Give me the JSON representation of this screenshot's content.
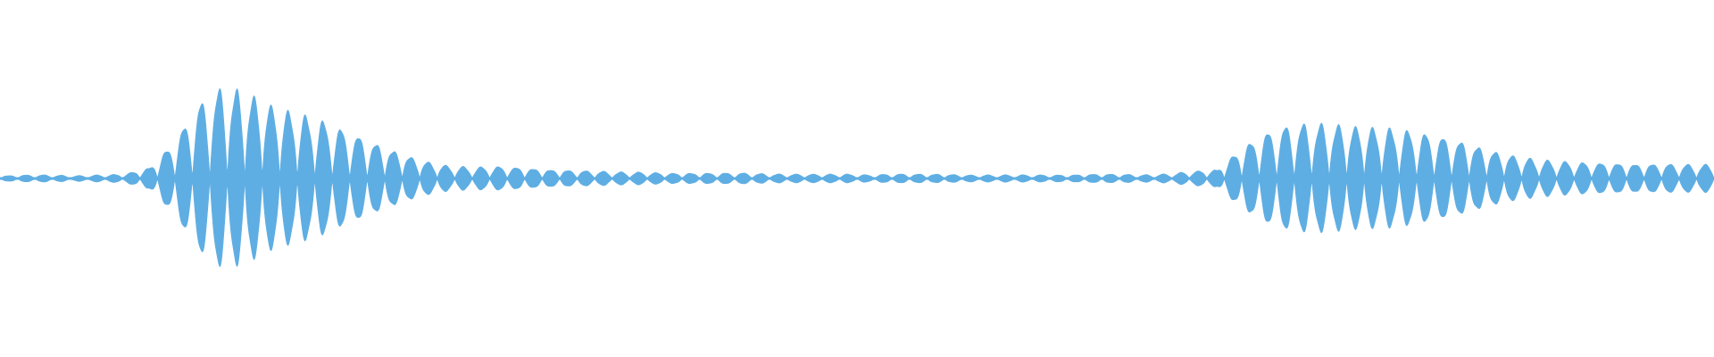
{
  "waveform": {
    "color": "#5faee3",
    "background": "#ffffff",
    "envelope": [
      0.03,
      0.04,
      0.04,
      0.03,
      0.04,
      0.05,
      0.12,
      0.4,
      0.8,
      1.0,
      0.95,
      0.82,
      0.72,
      0.62,
      0.5,
      0.4,
      0.3,
      0.2,
      0.14,
      0.12,
      0.13,
      0.12,
      0.1,
      0.09,
      0.08,
      0.07,
      0.07,
      0.06,
      0.06,
      0.06,
      0.06,
      0.05,
      0.05,
      0.05,
      0.05,
      0.04,
      0.05,
      0.05,
      0.05,
      0.04,
      0.04,
      0.04,
      0.04,
      0.04,
      0.05,
      0.05,
      0.04,
      0.05,
      0.08,
      0.1,
      0.35,
      0.5,
      0.58,
      0.6,
      0.6,
      0.58,
      0.55,
      0.5,
      0.45,
      0.4,
      0.32,
      0.25,
      0.2,
      0.18,
      0.17,
      0.17,
      0.16,
      0.16,
      0.15,
      0.15
    ],
    "cycles": 98
  }
}
